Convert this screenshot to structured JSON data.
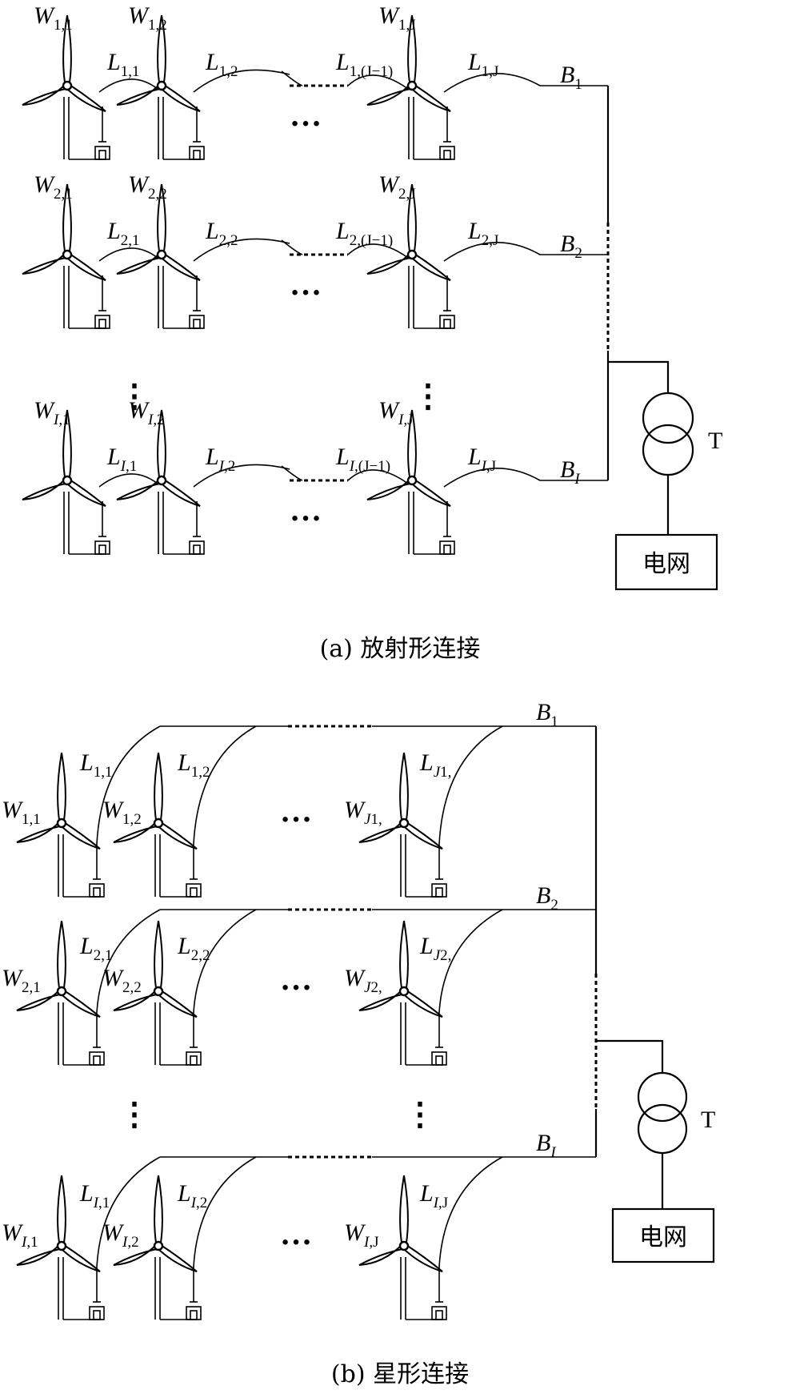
{
  "figure": {
    "transformer_label": "T",
    "grid_label": "电网",
    "ellipsis": "…",
    "vdots": "⋮"
  },
  "panel_a": {
    "caption": "(a)  放射形连接",
    "rows": [
      {
        "turbines": [
          {
            "base": "W",
            "sub": "1,1",
            "sub_it": ""
          },
          {
            "base": "W",
            "sub": "1,2",
            "sub_it": ""
          },
          {
            "base": "W",
            "sub": "1,J",
            "sub_it": ""
          }
        ],
        "lines": [
          {
            "base": "L",
            "sub": "1,1",
            "sub_it": ""
          },
          {
            "base": "L",
            "sub": "1,2",
            "sub_it": ""
          },
          {
            "base": "L",
            "sub": "1,(J−1)",
            "sub_it": ""
          },
          {
            "base": "L",
            "sub": "1,J",
            "sub_it": ""
          }
        ],
        "bus": {
          "base": "B",
          "sub": "1",
          "sub_it": ""
        }
      },
      {
        "turbines": [
          {
            "base": "W",
            "sub": "2,1",
            "sub_it": ""
          },
          {
            "base": "W",
            "sub": "2,2",
            "sub_it": ""
          },
          {
            "base": "W",
            "sub": "2,J",
            "sub_it": ""
          }
        ],
        "lines": [
          {
            "base": "L",
            "sub": "2,1",
            "sub_it": ""
          },
          {
            "base": "L",
            "sub": "2,2",
            "sub_it": ""
          },
          {
            "base": "L",
            "sub": "2,(J−1)",
            "sub_it": ""
          },
          {
            "base": "L",
            "sub": "2,J",
            "sub_it": ""
          }
        ],
        "bus": {
          "base": "B",
          "sub": "2",
          "sub_it": ""
        }
      },
      {
        "turbines": [
          {
            "base": "W",
            "sub": ",1",
            "sub_it": "I"
          },
          {
            "base": "W",
            "sub": ",2",
            "sub_it": "I"
          },
          {
            "base": "W",
            "sub": ",J",
            "sub_it": "I"
          }
        ],
        "lines": [
          {
            "base": "L",
            "sub": ",1",
            "sub_it": "I"
          },
          {
            "base": "L",
            "sub": ",2",
            "sub_it": "I"
          },
          {
            "base": "L",
            "sub": ",(J−1)",
            "sub_it": "I"
          },
          {
            "base": "L",
            "sub": ",J",
            "sub_it": "I"
          }
        ],
        "bus": {
          "base": "B",
          "sub": "",
          "sub_it": "I"
        }
      }
    ]
  },
  "panel_b": {
    "caption": "(b)  星形连接",
    "rows": [
      {
        "turbines": [
          {
            "base": "W",
            "sub": "1,1",
            "sub_it": ""
          },
          {
            "base": "W",
            "sub": "1,2",
            "sub_it": ""
          },
          {
            "base": "W",
            "sub": "1,",
            "sub_it": "J"
          }
        ],
        "lines": [
          {
            "base": "L",
            "sub": "1,1",
            "sub_it": ""
          },
          {
            "base": "L",
            "sub": "1,2",
            "sub_it": ""
          },
          {
            "base": "L",
            "sub": "1,",
            "sub_it": "J"
          }
        ],
        "bus": {
          "base": "B",
          "sub": "1",
          "sub_it": ""
        }
      },
      {
        "turbines": [
          {
            "base": "W",
            "sub": "2,1",
            "sub_it": ""
          },
          {
            "base": "W",
            "sub": "2,2",
            "sub_it": ""
          },
          {
            "base": "W",
            "sub": "2,",
            "sub_it": "J"
          }
        ],
        "lines": [
          {
            "base": "L",
            "sub": "2,1",
            "sub_it": ""
          },
          {
            "base": "L",
            "sub": "2,2",
            "sub_it": ""
          },
          {
            "base": "L",
            "sub": "2,",
            "sub_it": "J"
          }
        ],
        "bus": {
          "base": "B",
          "sub": "2",
          "sub_it": ""
        }
      },
      {
        "turbines": [
          {
            "base": "W",
            "sub": ",1",
            "sub_it": "I"
          },
          {
            "base": "W",
            "sub": ",2",
            "sub_it": "I"
          },
          {
            "base": "W",
            "sub": ",J",
            "sub_it": "I"
          }
        ],
        "lines": [
          {
            "base": "L",
            "sub": ",1",
            "sub_it": "I"
          },
          {
            "base": "L",
            "sub": ",2",
            "sub_it": "I"
          },
          {
            "base": "L",
            "sub": ",J",
            "sub_it": "I"
          }
        ],
        "bus": {
          "base": "B",
          "sub": "",
          "sub_it": "I"
        }
      }
    ]
  }
}
